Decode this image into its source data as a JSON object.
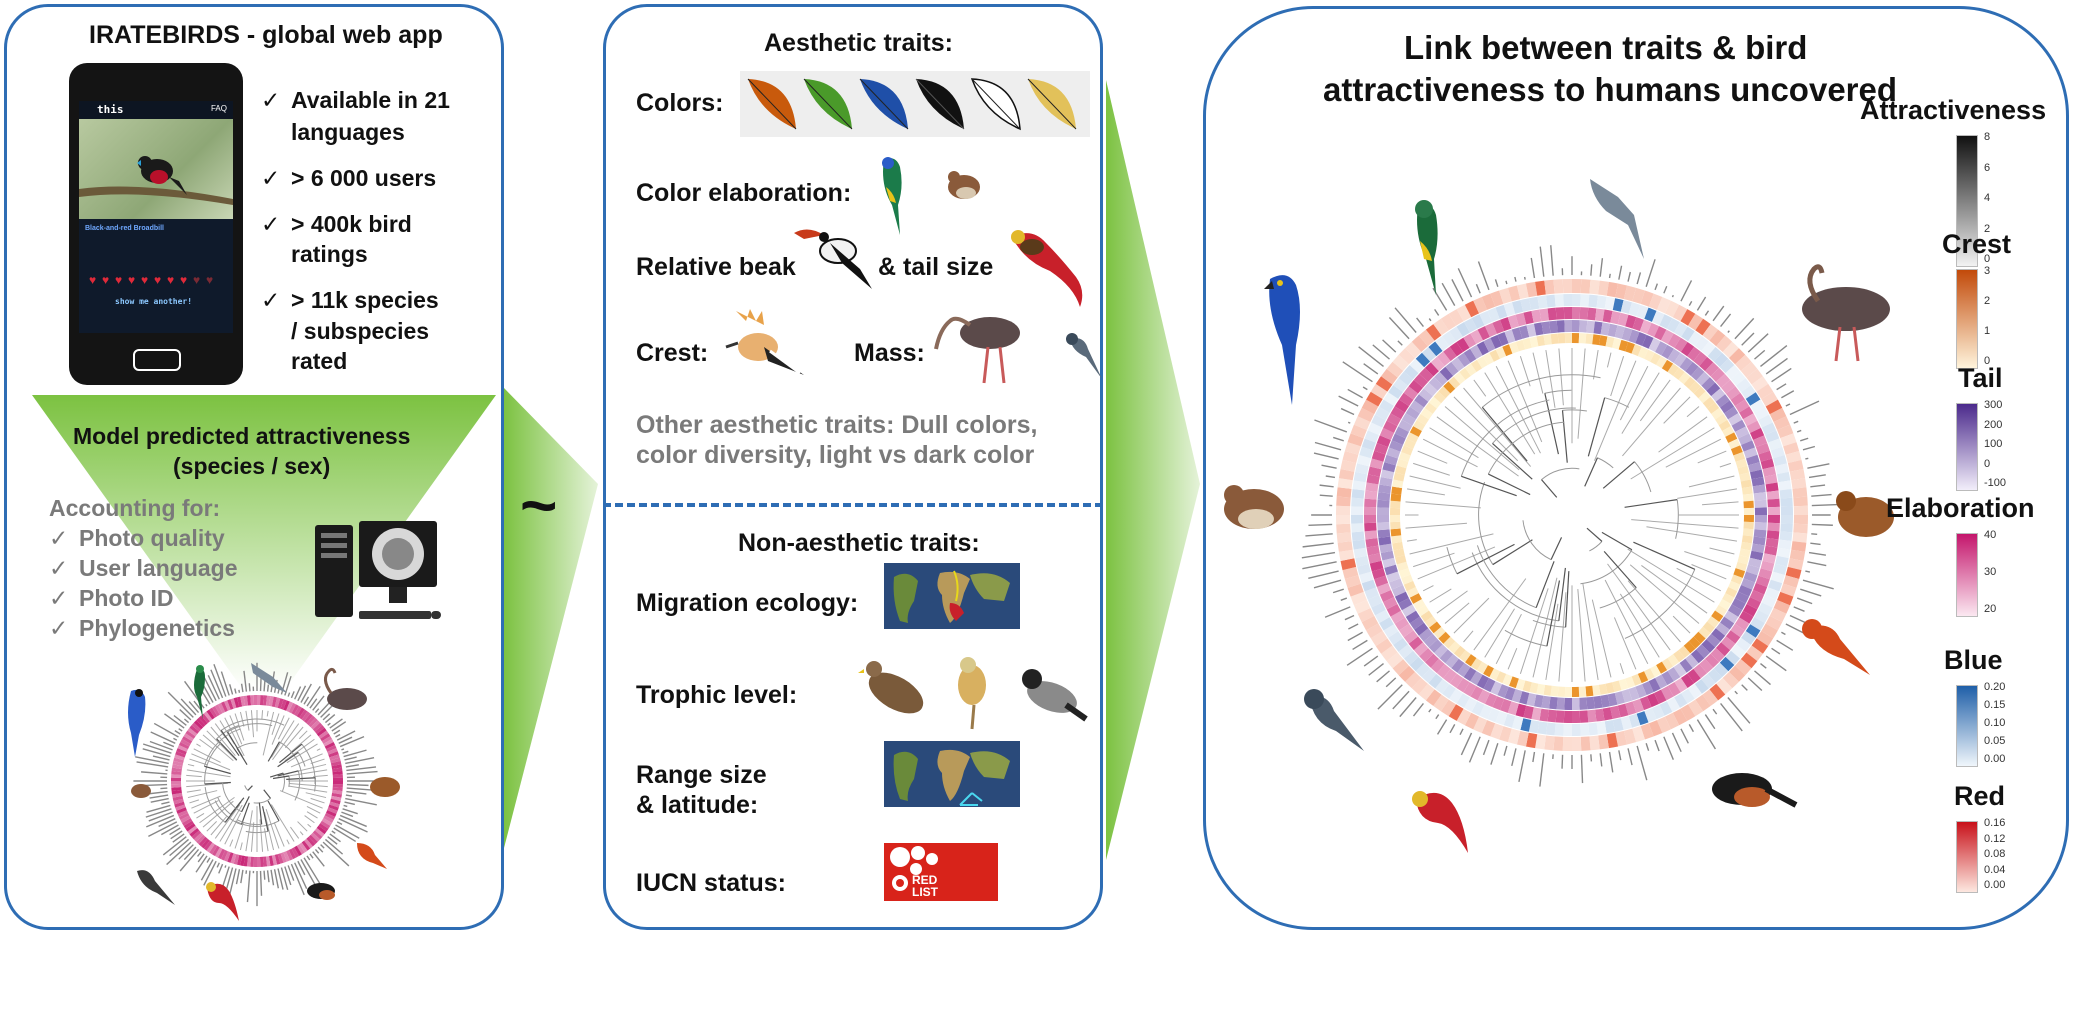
{
  "panel1": {
    "title": "IRATEBIRDS - global web app",
    "app_header": "this",
    "app_faq": "FAQ",
    "bird_name": "Black-and-red Broadbill",
    "show_another": "show me another!",
    "facts": [
      {
        "line1": "Available in 21",
        "line2": "languages"
      },
      {
        "line1": "> 6 000 users"
      },
      {
        "line1": "> 400k bird",
        "line2": "ratings"
      },
      {
        "line1": "> 11k species",
        "line2": "/ subspecies",
        "line3": "rated"
      }
    ],
    "model_title_1": "Model predicted attractiveness",
    "model_title_2": "(species / sex)",
    "accounting_title": "Accounting for:",
    "accounting_items": [
      "Photo quality",
      "User language",
      "Photo ID",
      "Phylogenetics"
    ]
  },
  "tilde": "~",
  "panel2": {
    "aesthetic_title": "Aesthetic traits:",
    "colors_label": "Colors:",
    "feather_colors": [
      "#c85a0c",
      "#4a9a2a",
      "#1f4fa8",
      "#111111",
      "#ffffff",
      "#e2c15a"
    ],
    "elaboration_label": "Color elaboration:",
    "beak_label": "Relative beak",
    "tail_label": "& tail size",
    "crest_label": "Crest:",
    "mass_label": "Mass:",
    "other_line1": "Other aesthetic traits: Dull colors,",
    "other_line2": "color diversity, light vs dark color",
    "nonaesthetic_title": "Non-aesthetic traits:",
    "migration_label": "Migration ecology:",
    "trophic_label": "Trophic level:",
    "range_line1": "Range size",
    "range_line2": "& latitude:",
    "iucn_label": "IUCN status:",
    "redlist_1": "RED",
    "redlist_2": "LIST"
  },
  "panel3": {
    "title_1": "Link between traits & bird",
    "title_2": "attractiveness to humans uncovered",
    "legends": [
      {
        "title": "Attractiveness",
        "ticks": [
          "8",
          "6",
          "4",
          "2",
          "0"
        ],
        "colors": [
          "#111111",
          "#f2f2f2"
        ]
      },
      {
        "title": "Crest",
        "ticks": [
          "3",
          "2",
          "1",
          "0"
        ],
        "colors": [
          "#c24a0a",
          "#fff4dc"
        ]
      },
      {
        "title": "Tail",
        "ticks": [
          "300",
          "200",
          "100",
          "0",
          "-100"
        ],
        "colors": [
          "#4b2a8c",
          "#f2eefa"
        ]
      },
      {
        "title": "Elaboration",
        "ticks": [
          "40",
          "30",
          "20"
        ],
        "colors": [
          "#c4166c",
          "#fbe8f1"
        ]
      },
      {
        "title": "Blue",
        "ticks": [
          "0.20",
          "0.15",
          "0.10",
          "0.05",
          "0.00"
        ],
        "colors": [
          "#1f5fa8",
          "#f0f6fb"
        ]
      },
      {
        "title": "Red",
        "ticks": [
          "0.16",
          "0.12",
          "0.08",
          "0.04",
          "0.00"
        ],
        "colors": [
          "#c8111a",
          "#fde8e0"
        ]
      }
    ]
  }
}
